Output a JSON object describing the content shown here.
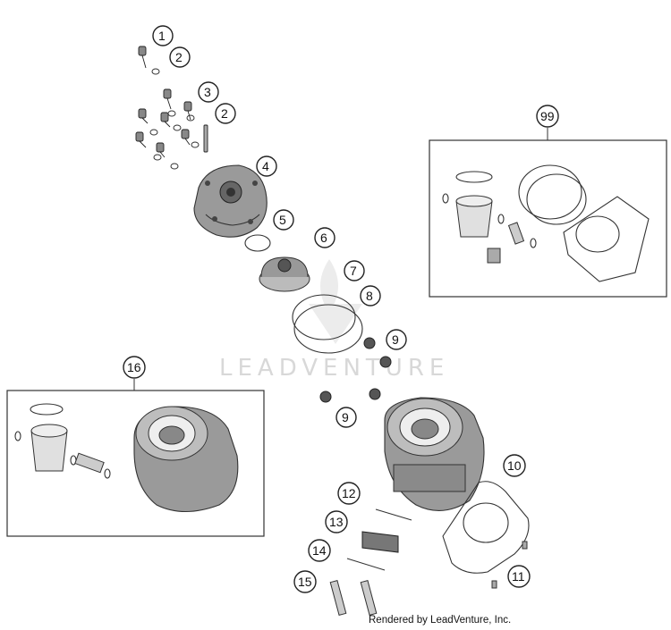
{
  "watermark": "LEADVENTURE",
  "credit": "Rendered by LeadVenture, Inc.",
  "callouts": {
    "c1": "1",
    "c2a": "2",
    "c3": "3",
    "c2b": "2",
    "c4": "4",
    "c5": "5",
    "c6": "6",
    "c7": "7",
    "c8": "8",
    "c9a": "9",
    "c9b": "9",
    "c10": "10",
    "c11": "11",
    "c12": "12",
    "c13": "13",
    "c14": "14",
    "c15": "15",
    "c16": "16",
    "c99": "99"
  }
}
